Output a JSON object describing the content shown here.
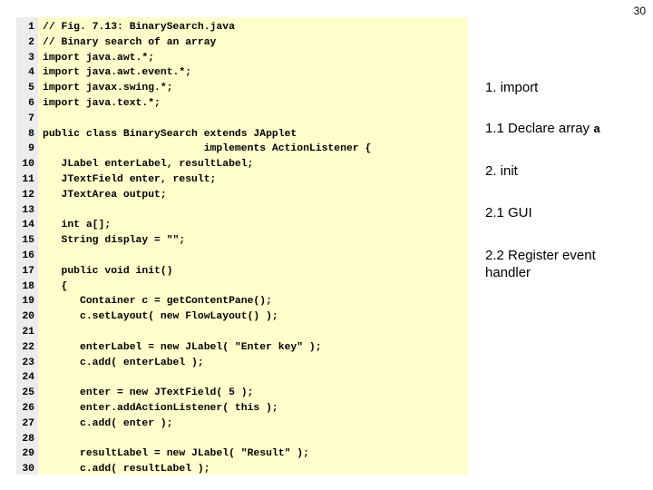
{
  "slide": {
    "page_number": "30"
  },
  "code": {
    "lines": [
      {
        "no": "1",
        "text": "// Fig. 7.13: BinarySearch.java"
      },
      {
        "no": "2",
        "text": "// Binary search of an array"
      },
      {
        "no": "3",
        "text": "import java.awt.*;"
      },
      {
        "no": "4",
        "text": "import java.awt.event.*;"
      },
      {
        "no": "5",
        "text": "import javax.swing.*;"
      },
      {
        "no": "6",
        "text": "import java.text.*;"
      },
      {
        "no": "7",
        "text": ""
      },
      {
        "no": "8",
        "text": "public class BinarySearch extends JApplet"
      },
      {
        "no": "9",
        "text": "                          implements ActionListener {"
      },
      {
        "no": "10",
        "text": "   JLabel enterLabel, resultLabel;"
      },
      {
        "no": "11",
        "text": "   JTextField enter, result;"
      },
      {
        "no": "12",
        "text": "   JTextArea output;"
      },
      {
        "no": "13",
        "text": ""
      },
      {
        "no": "14",
        "text": "   int a[];"
      },
      {
        "no": "15",
        "text": "   String display = \"\";"
      },
      {
        "no": "16",
        "text": ""
      },
      {
        "no": "17",
        "text": "   public void init()"
      },
      {
        "no": "18",
        "text": "   {"
      },
      {
        "no": "19",
        "text": "      Container c = getContentPane();"
      },
      {
        "no": "20",
        "text": "      c.setLayout( new FlowLayout() );"
      },
      {
        "no": "21",
        "text": ""
      },
      {
        "no": "22",
        "text": "      enterLabel = new JLabel( \"Enter key\" );"
      },
      {
        "no": "23",
        "text": "      c.add( enterLabel );"
      },
      {
        "no": "24",
        "text": ""
      },
      {
        "no": "25",
        "text": "      enter = new JTextField( 5 );"
      },
      {
        "no": "26",
        "text": "      enter.addActionListener( this );"
      },
      {
        "no": "27",
        "text": "      c.add( enter );"
      },
      {
        "no": "28",
        "text": ""
      },
      {
        "no": "29",
        "text": "      resultLabel = new JLabel( \"Result\" );"
      },
      {
        "no": "30",
        "text": "      c.add( resultLabel );"
      }
    ]
  },
  "outline": {
    "item_import": "1. import",
    "item_declare_prefix": "1.1 Declare array ",
    "item_declare_var": "a",
    "item_init": "2. init",
    "item_gui": "2.1 GUI",
    "item_register_line1": "2.2 Register event",
    "item_register_line2": "handler"
  }
}
